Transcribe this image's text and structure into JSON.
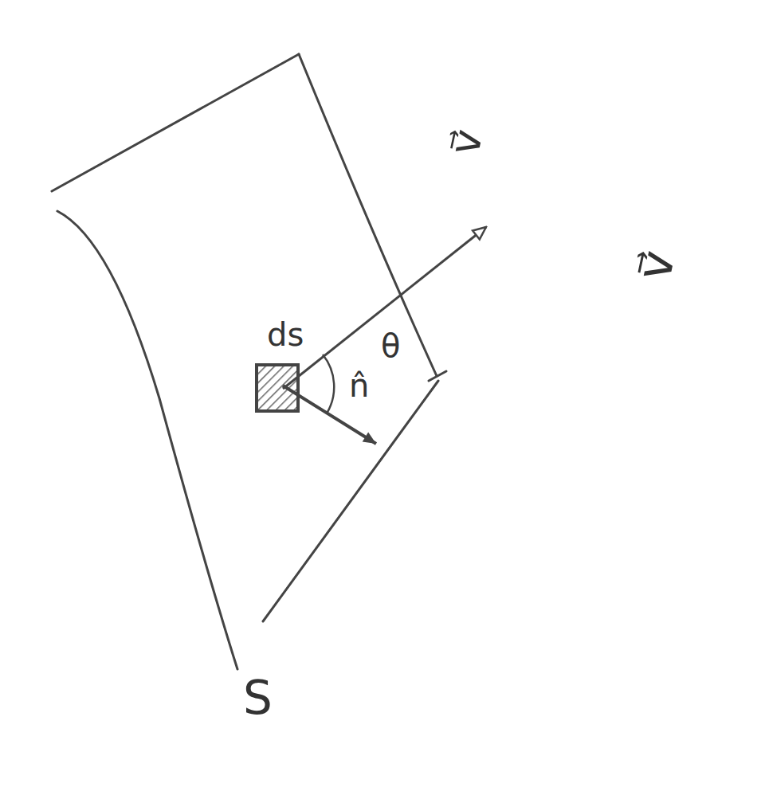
{
  "diagram": {
    "labels": [
      "v⃗",
      "ds",
      "θ",
      "n̂",
      "v⃗",
      "S"
    ]
  }
}
